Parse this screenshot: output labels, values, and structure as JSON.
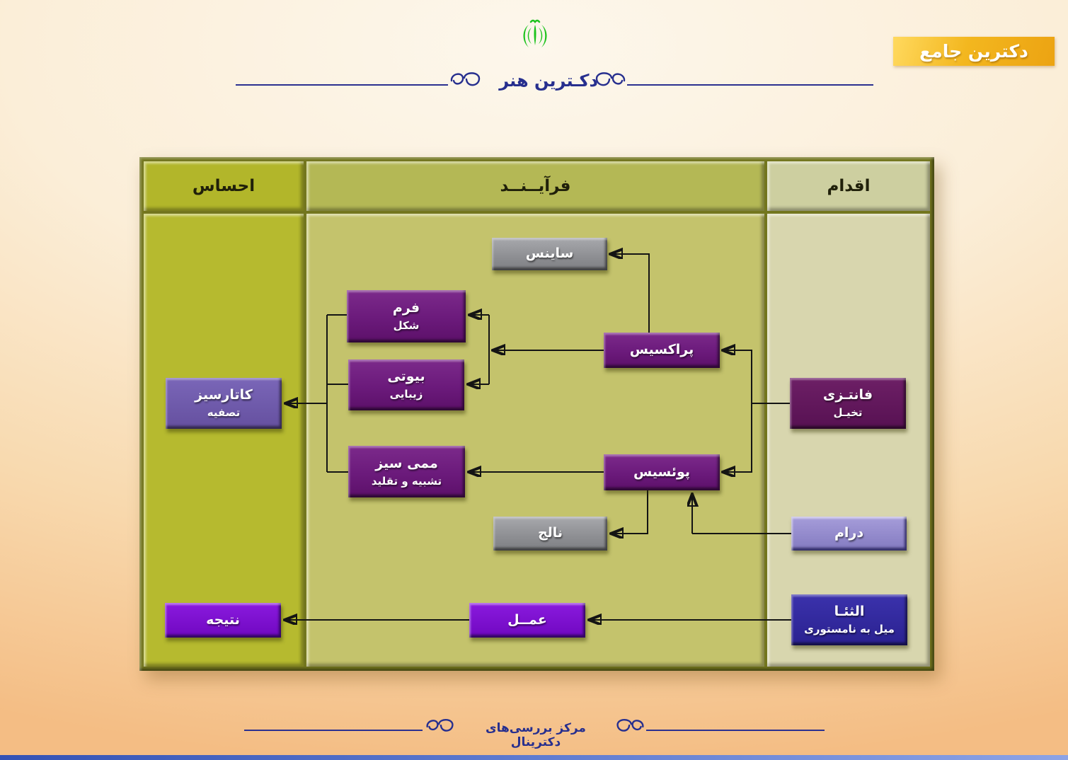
{
  "badge": {
    "label": "دکترین جامع"
  },
  "title": {
    "text": "دکـترین هنر"
  },
  "footer": {
    "text": "مرکز بررسی‌های دکترینال"
  },
  "table": {
    "col_feeling": "احساس",
    "col_process": "فرآیــنــد",
    "col_action": "اقدام"
  },
  "nodes": {
    "science": {
      "title": "ساینس"
    },
    "form": {
      "title": "فرم",
      "subtitle": "شکل"
    },
    "beauty": {
      "title": "بیوتی",
      "subtitle": "زیبایی"
    },
    "praxis": {
      "title": "پراکسیس"
    },
    "fantasy": {
      "title": "فانتـزی",
      "subtitle": "تخیـل"
    },
    "catharsis": {
      "title": "کاتارسیز",
      "subtitle": "تصفیه"
    },
    "mimesis": {
      "title": "ممی سیز",
      "subtitle": "تشبیه و تقلید"
    },
    "poiesis": {
      "title": "پوئسیس"
    },
    "knowledge": {
      "title": "نالج"
    },
    "drama": {
      "title": "درام"
    },
    "aletheia": {
      "title": "الثئـا",
      "subtitle": "میل به نامستوری"
    },
    "action": {
      "title": "عمــل"
    },
    "result": {
      "title": "نتیجه"
    }
  },
  "icons": {
    "emblem": "allah-emblem",
    "flourish": "calligraphic-flourish"
  },
  "colors": {
    "badge_gold": "#f3b71f",
    "title_navy": "#272f8e",
    "emblem_green": "#1ec31e",
    "column_feeling": "#b6ba2f",
    "column_process": "#c4c36c",
    "column_action": "#d8d6ae",
    "node_purple": "#6b1a7b",
    "node_dark_purple": "#571152",
    "node_slate_purple": "#6f5aa8",
    "node_lavender": "#8c82c6",
    "node_indigo": "#322aa0",
    "node_violet": "#7e12d2",
    "node_gray": "#8f9094",
    "connector_line": "#141414"
  }
}
